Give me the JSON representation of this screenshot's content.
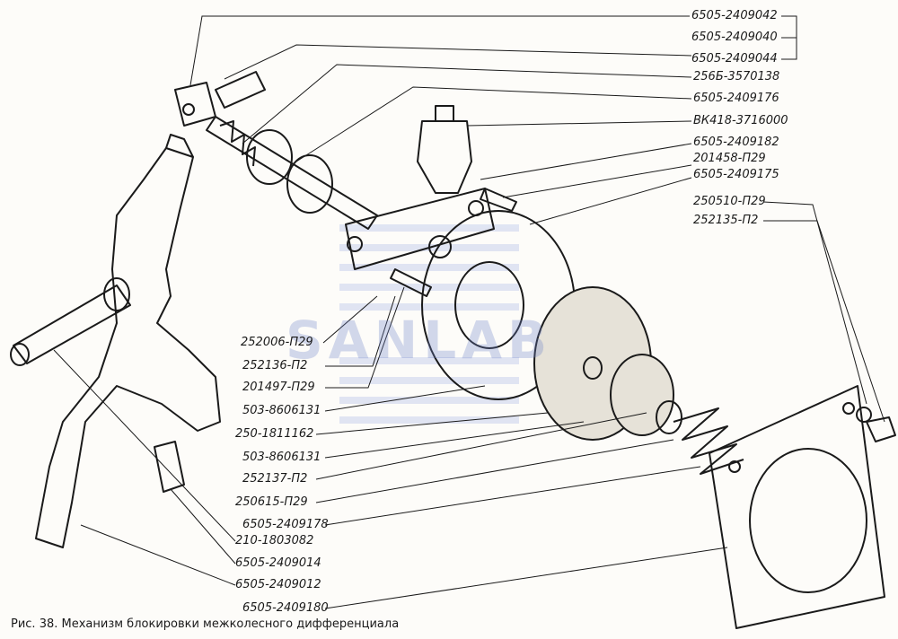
{
  "figure": {
    "caption": "Рис. 38. Механизм блокировки межколесного дифференциала",
    "watermark": "SANLAB",
    "line_color": "#1a1a1a",
    "watermark_color": "#7f94d2"
  },
  "labels_right": [
    "6505-2409042",
    "6505-2409040",
    "6505-2409044",
    "256Б-3570138",
    "6505-2409176",
    "ВК418-3716000",
    "6505-2409182",
    "201458-П29",
    "6505-2409175",
    "250510-П29",
    "252135-П2"
  ],
  "labels_bottom": [
    "252006-П29",
    "252136-П2",
    "201497-П29",
    "503-8606131",
    "250-1811162",
    "503-8606131",
    "252137-П2",
    "250615-П29",
    "6505-2409178",
    "210-1803082",
    "6505-2409014",
    "6505-2409012",
    "6505-2409180"
  ]
}
